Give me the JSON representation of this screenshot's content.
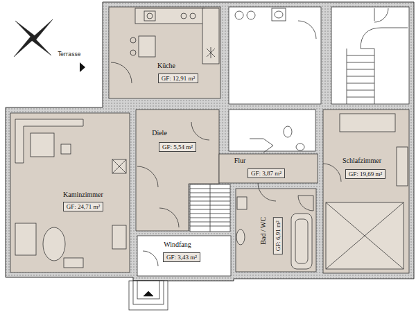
{
  "diagram": {
    "nodes": [
      {
        "text": [
          "Küche",
          "GF: 12,91 m²"
        ]
      },
      {
        "text": [
          "Kaminzimmer",
          "GF: 24,71 m²"
        ]
      },
      {
        "text": [
          "Diele",
          "GF: 5,54 m²"
        ]
      },
      {
        "text": [
          "Flur",
          "GF: 3,87 m²"
        ]
      },
      {
        "text": [
          "Schlafzimmer",
          "GF: 19,69 m²"
        ]
      },
      {
        "text": [
          "Bad / WC",
          "GF: 6,91 m²"
        ]
      },
      {
        "text": [
          "Windfang",
          "GF: 3,43 m²"
        ]
      }
    ],
    "labels": [
      "Terrasse"
    ]
  }
}
